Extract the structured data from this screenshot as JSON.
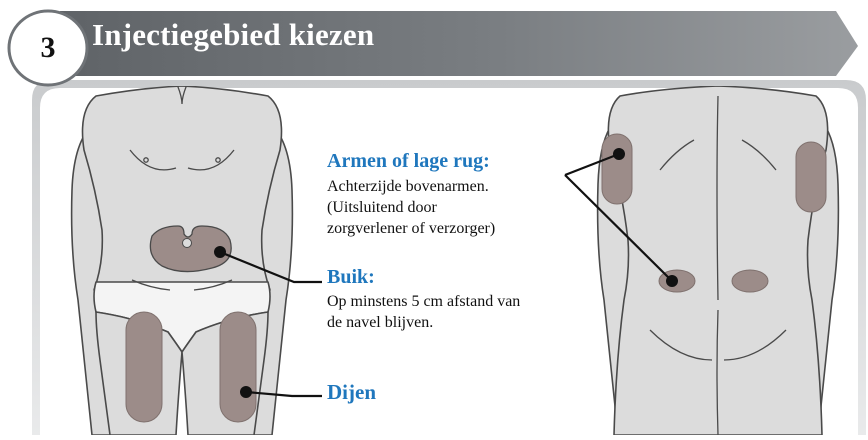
{
  "header": {
    "step_number": "3",
    "title": "Injectiegebied kiezen"
  },
  "labels": {
    "arms": {
      "heading": "Armen of lage rug:",
      "lines": [
        "Achterzijde bovenarmen.",
        "(Uitsluitend door",
        "zorgverlener of verzorger)"
      ]
    },
    "belly": {
      "heading": "Buik:",
      "lines": [
        "Op minstens 5 cm afstand van",
        "de navel blijven."
      ]
    },
    "thighs": {
      "heading": "Dijen"
    }
  },
  "colors": {
    "header_band": "#6f7377",
    "panel_border": "#a7aaad",
    "body_fill": "#dcdcdc",
    "body_stroke": "#4a4a4a",
    "injection_area": "#9c8c89",
    "accent_text": "#1f77bd"
  }
}
